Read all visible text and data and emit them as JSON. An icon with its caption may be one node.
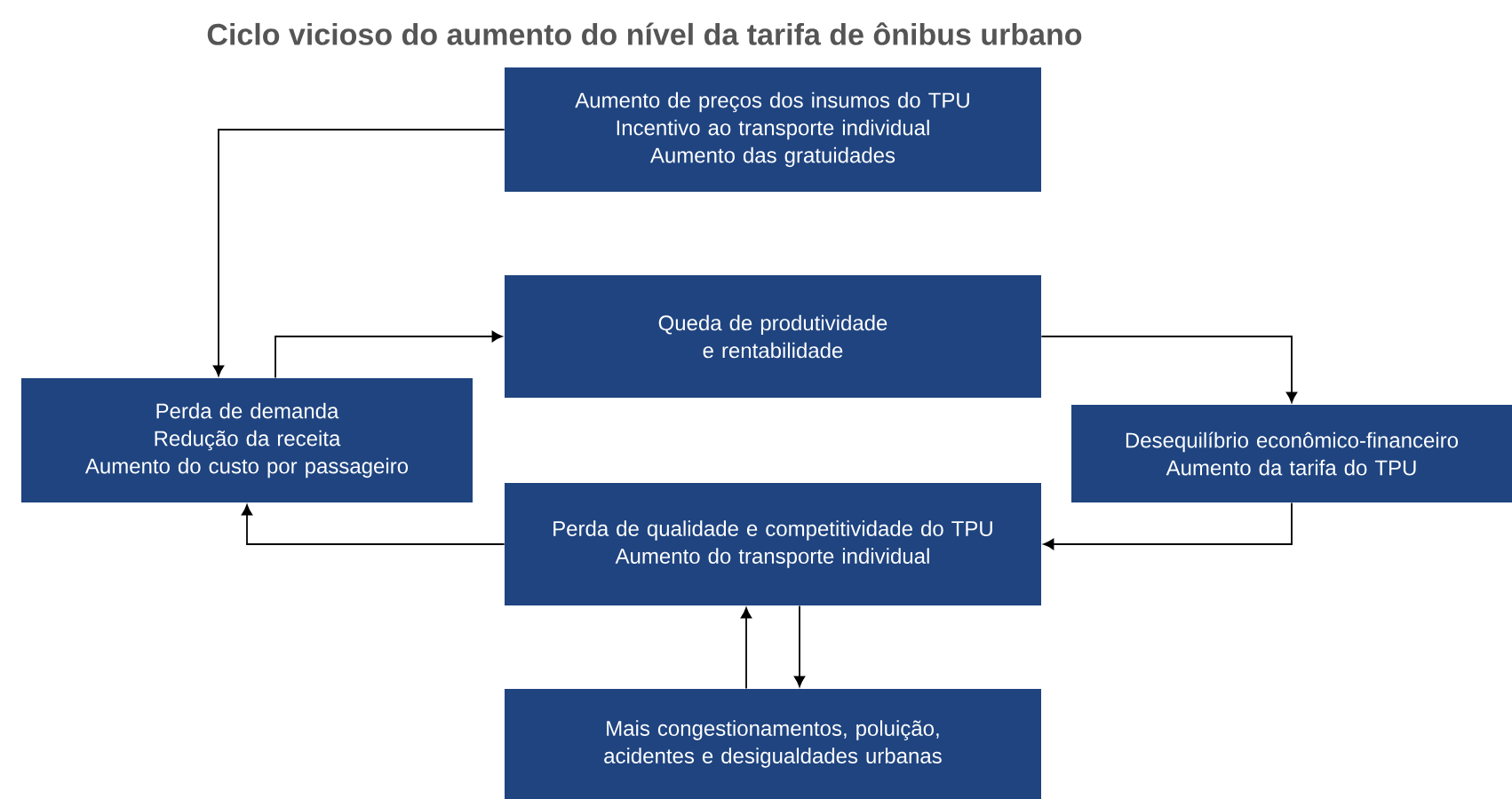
{
  "diagram": {
    "title": "Ciclo vicioso do aumento do nível da tarifa de ônibus urbano",
    "nodes": [
      {
        "text": [
          "Aumento de preços dos insumos do TPU",
          "Incentivo ao transporte individual",
          "Aumento das gratuidades"
        ]
      },
      {
        "text": [
          "Queda de produtividade e rentabilidade"
        ]
      },
      {
        "text": [
          "Perda de demanda",
          "Redução da receita",
          "Aumento do custo por passageiro"
        ]
      },
      {
        "text": [
          "Desequilíbrio econômico-financeiro",
          "Aumento da tarifa do TPU"
        ]
      },
      {
        "text": [
          "Perda de qualidade e competitividade do TPU",
          "Aumento do transporte individual"
        ]
      },
      {
        "text": [
          "Mais congestionamentos, poluição, acidentes e desigualdades urbanas"
        ]
      }
    ],
    "edges": [
      {
        "from": 0,
        "to": 2,
        "arrow": "to"
      },
      {
        "from": 2,
        "to": 1,
        "arrow": "to"
      },
      {
        "from": 1,
        "to": 3,
        "arrow": "to"
      },
      {
        "from": 3,
        "to": 4,
        "arrow": "to"
      },
      {
        "from": 4,
        "to": 2,
        "arrow": "to"
      },
      {
        "from": 5,
        "to": 4,
        "arrow": "to"
      },
      {
        "from": 4,
        "to": 5,
        "arrow": "to"
      }
    ]
  }
}
